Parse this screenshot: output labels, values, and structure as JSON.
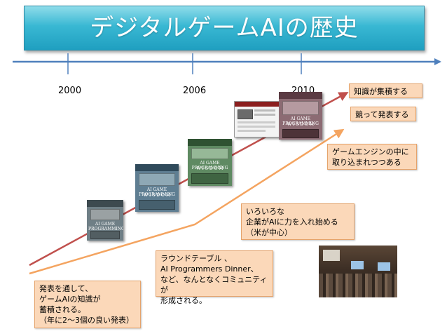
{
  "title": "デジタルゲームAIの歴史",
  "timeline": {
    "years": [
      {
        "label": "2000"
      },
      {
        "label": "2006"
      },
      {
        "label": "2010"
      }
    ]
  },
  "callouts": {
    "knowledge_gather": "知識が集積する",
    "compete_publish": "競って発表する",
    "engine_integration": [
      "ゲームエンジンの中に",
      "取り込まれつつある"
    ],
    "companies": [
      "いろいろな",
      "企業がAIに力を入れ始める",
      "（米が中心）"
    ],
    "roundtable": [
      "ラウンドテーブル 、",
      "AI Programmers Dinner、",
      "など、なんとなくコミュニティが",
      "形成される。"
    ],
    "presentations": [
      "発表を通して、",
      "ゲームAIの知識が",
      "蓄積される。",
      "（年に2～3個の良い発表）"
    ]
  },
  "books": [
    {
      "name": "book-ai-wisdom-1",
      "cover_color": "#6f7f86",
      "band_color": "#3d4a4f"
    },
    {
      "name": "book-ai-wisdom-2",
      "cover_color": "#5f7e92",
      "band_color": "#2f4a5b"
    },
    {
      "name": "book-ai-wisdom-3",
      "cover_color": "#5f8a62",
      "band_color": "#2f5232"
    },
    {
      "name": "book-ai-wisdom-4",
      "cover_color": "#8c6b73",
      "band_color": "#5a3a42"
    }
  ],
  "colors": {
    "timeline_arrow": "#4f80bd",
    "red_arrow": "#c0504d",
    "orange_arrow": "#f4a460",
    "callout_fill": "#fbd8b9",
    "callout_border": "#e5a36b",
    "title_fill": "#31b0cd"
  }
}
